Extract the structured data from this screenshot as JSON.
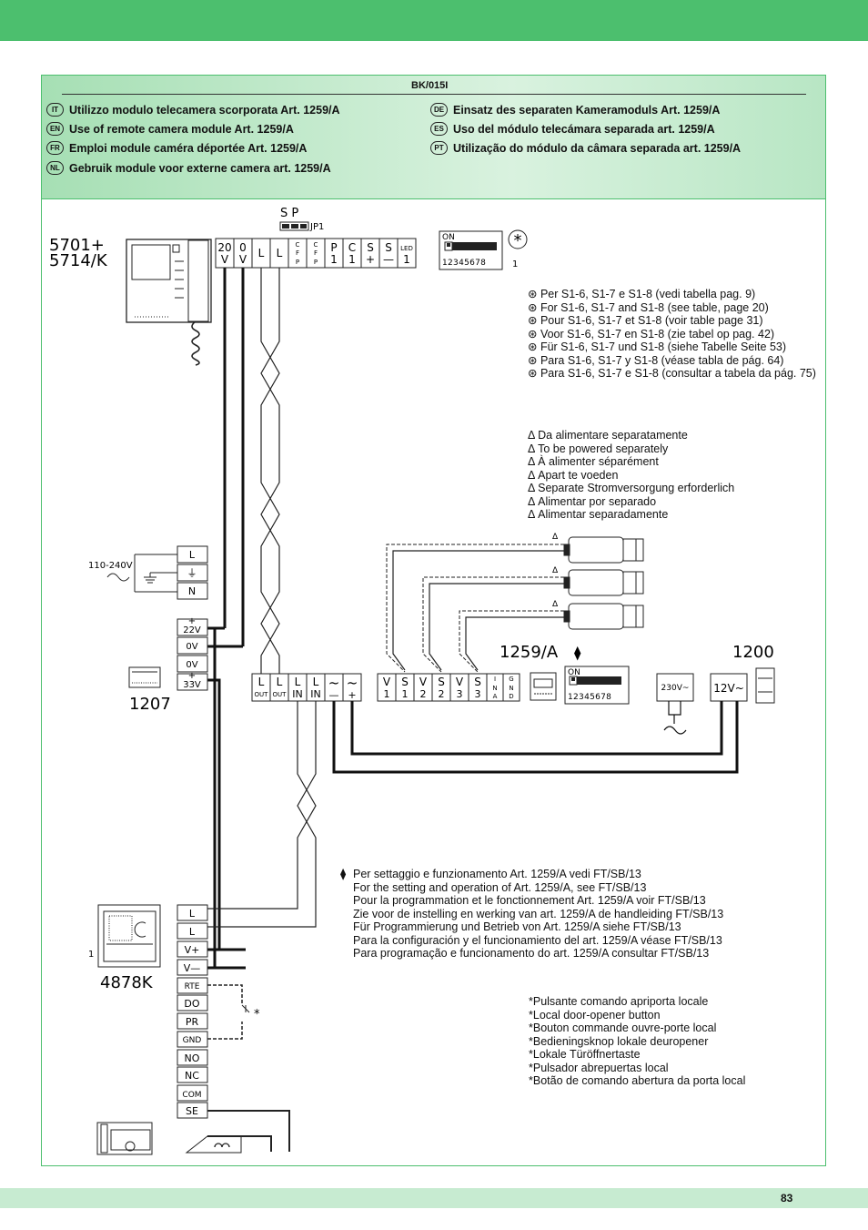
{
  "header": {
    "code": "BK/015I",
    "languages_left": [
      {
        "tag": "IT",
        "text": "Utilizzo modulo telecamera scorporata Art. 1259/A"
      },
      {
        "tag": "EN",
        "text": "Use of remote camera module Art. 1259/A"
      },
      {
        "tag": "FR",
        "text": "Emploi module caméra déportée Art. 1259/A"
      },
      {
        "tag": "NL",
        "text": "Gebruik module voor externe camera art. 1259/A"
      }
    ],
    "languages_right": [
      {
        "tag": "DE",
        "text": "Einsatz des separaten Kameramoduls Art. 1259/A"
      },
      {
        "tag": "ES",
        "text": "Uso del módulo telecámara separada art. 1259/A"
      },
      {
        "tag": "PT",
        "text": "Utilização do módulo da câmara separada art. 1259/A"
      }
    ]
  },
  "devices": {
    "monitor": {
      "line1": "5701+",
      "line2": "5714/K"
    },
    "power_supply": "1207",
    "camera_module": "1259/A",
    "transformer": "1200",
    "entrance_panel": "4878K",
    "entrance_index": "1",
    "mains_voltage": "110-240V",
    "sp_label": "S  P",
    "jp_label": "JP1",
    "dip_on": "ON",
    "dip_digits": "12345678",
    "dip_index": "1"
  },
  "monitor_terminals": [
    {
      "l1": "20",
      "l2": "V"
    },
    {
      "l1": "0",
      "l2": "V"
    },
    {
      "l1": "L",
      "l2": ""
    },
    {
      "l1": "L",
      "l2": ""
    },
    {
      "l1": "C",
      "l2": "F"
    },
    {
      "l1": "C",
      "l2": "F"
    },
    {
      "l1": "P",
      "l2": "1"
    },
    {
      "l1": "C",
      "l2": "1"
    },
    {
      "l1": "S",
      "l2": "+"
    },
    {
      "l1": "S",
      "l2": "—"
    },
    {
      "l1": "LED",
      "l2": "1"
    }
  ],
  "supply_terminals": [
    "L",
    "⏚",
    "N",
    "22V",
    "0V",
    "0V",
    "33V"
  ],
  "module_terminals": [
    "L",
    "L",
    "L",
    "L",
    "~",
    "~",
    "V",
    "S",
    "V",
    "S",
    "V",
    "S",
    "I",
    "G"
  ],
  "module_terminal_subs": [
    "OUT",
    "OUT",
    "IN",
    "IN",
    "—",
    "+",
    "1",
    "1",
    "2",
    "2",
    "3",
    "3",
    "N A",
    "N D"
  ],
  "transformer_terminals": [
    "230V~",
    "12V~"
  ],
  "panel_terminals": [
    "L",
    "L",
    "V+",
    "V—",
    "RTE",
    "DO",
    "PR",
    "GND",
    "NO",
    "NC",
    "COM",
    "SE"
  ],
  "notes": {
    "dip_table": [
      "Per S1-6, S1-7 e S1-8 (vedi tabella pag. 9)",
      "For S1-6, S1-7 and S1-8 (see table, page 20)",
      "Pour S1-6, S1-7 et S1-8 (voir table page 31)",
      "Voor S1-6, S1-7 en S1-8 (zie tabel op pag. 42)",
      "Für S1-6, S1-7 und S1-8 (siehe Tabelle Seite 53)",
      "Para S1-6, S1-7 y S1-8 (véase tabla de pág. 64)",
      "Para S1-6, S1-7 e S1-8 (consultar a tabela da pág. 75)"
    ],
    "power": [
      "Δ Da alimentare separatamente",
      "Δ To be powered separately",
      "Δ À alimenter séparément",
      "Δ Apart te voeden",
      "Δ Separate Stromversorgung erforderlich",
      "Δ Alimentar por separado",
      "Δ Alimentar separadamente"
    ],
    "settings": [
      "Per settaggio e funzionamento Art. 1259/A vedi FT/SB/13",
      "For the setting and operation of Art. 1259/A, see FT/SB/13",
      "Pour la programmation et le fonctionnement Art. 1259/A voir FT/SB/13",
      "Zie voor de instelling en werking van art. 1259/A de handleiding FT/SB/13",
      "Für Programmierung und Betrieb von Art. 1259/A siehe FT/SB/13",
      "Para la configuración y el funcionamiento del art. 1259/A véase FT/SB/13",
      "Para programação e funcionamento do art. 1259/A consultar FT/SB/13"
    ],
    "door_button": [
      "*Pulsante comando apriporta locale",
      "*Local door-opener button",
      "*Bouton commande ouvre-porte local",
      "*Bedieningsknop lokale deuropener",
      "*Lokale Türöffnertaste",
      "*Pulsador abrepuertas local",
      "*Botão de comando abertura da porta local"
    ]
  },
  "page_number": "83",
  "colors": {
    "accent": "#4cbf6e",
    "panel": "#c7ebd1"
  }
}
